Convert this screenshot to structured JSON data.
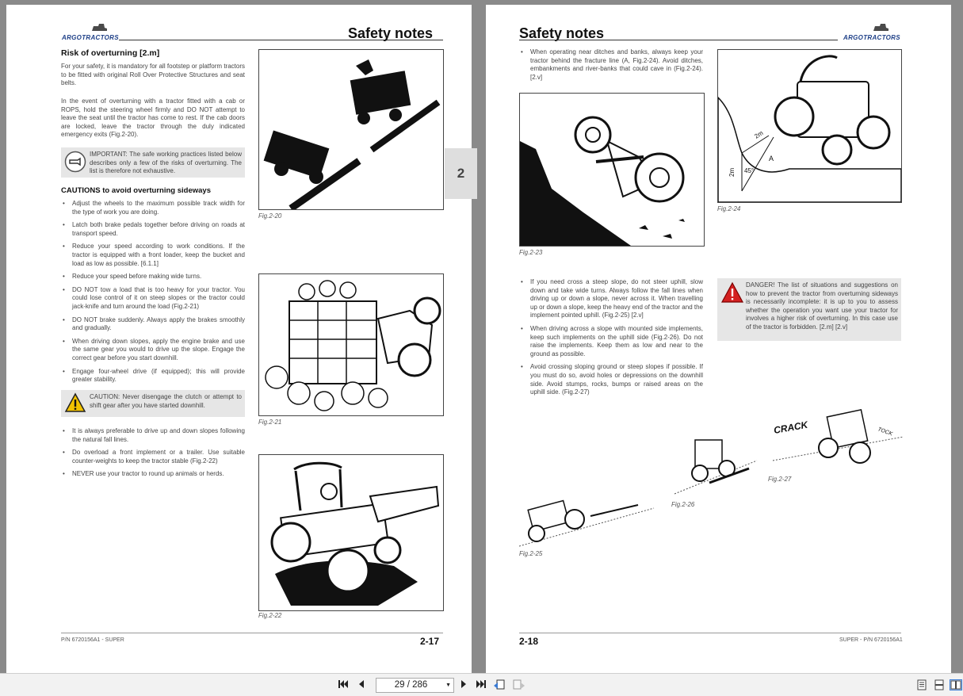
{
  "left_page": {
    "brand": "ARGOTRACTORS",
    "header_title": "Safety notes",
    "section_title": "Risk of overturning [2.m]",
    "intro_paragraphs": [
      "For your safety, it is mandatory for all footstep or platform tractors to be fitted with original Roll Over Protective Structures and seat belts.",
      "In the event of overturning with a tractor fitted with a cab or ROPS, hold the steering wheel firmly and DO NOT attempt to leave the seat until the tractor has come to rest. If the cab doors are locked, leave the tractor through the duly indicated emergency exits (Fig.2-20)."
    ],
    "important_note": "IMPORTANT: The safe working practices listed below describes only a few of the risks of overturning. The list is therefore not exhaustive.",
    "cautions_title": "CAUTIONS to avoid overturning sideways",
    "bullets_1": [
      "Adjust the wheels to the maximum possible track width for the type of work you are doing.",
      "Latch both brake pedals together before driving on roads at transport speed.",
      "Reduce your speed according to work conditions. If the tractor is equipped with a front loader, keep the bucket and load as low as possible. [6.1.1]",
      "Reduce your speed before making wide turns.",
      "DO NOT tow a load that is too heavy for your tractor. You could lose control of it on steep slopes or the tractor could jack-knife and turn around the load (Fig.2-21)",
      "DO NOT brake suddenly. Always apply the brakes smoothly and gradually.",
      "When driving down slopes, apply the engine brake and use the same gear you would to drive up the slope. Engage the correct gear before you start downhill.",
      "Engage four-wheel drive (if equipped); this will provide greater stability."
    ],
    "caution_note": "CAUTION: Never disengage the clutch or attempt to shift gear after you have started downhill.",
    "bullets_2": [
      "It is always preferable to drive up and down slopes following the natural fall lines.",
      "Do overload a front implement or a trailer. Use suitable counter-weights to keep the tractor stable (Fig.2-22)",
      "NEVER use your tractor to round up animals or herds."
    ],
    "figures": [
      "Fig.2-20",
      "Fig.2-21",
      "Fig.2-22"
    ],
    "footer_pn": "P/N 6720156A1 - SUPER",
    "page_number": "2-17"
  },
  "chapter_tab": "2",
  "right_page": {
    "brand": "ARGOTRACTORS",
    "header_title": "Safety notes",
    "bullet_top": "When operating near ditches and banks, always keep your tractor behind the fracture line (A, Fig.2-24). Avoid ditches, embankments and river-banks that could cave in (Fig.2-24). [2.v]",
    "bullets_mid": [
      "If you need cross a steep slope, do not steer uphill, slow down and take wide turns. Always follow the fall lines when driving up or down a slope, never across it. When travelling up or down a slope, keep the heavy end of the tractor and the implement pointed uphill. (Fig.2-25) [2.v]",
      "When driving across a slope with mounted side implements, keep such implements on the uphill side (Fig.2-26). Do not raise the implements. Keep them as low and near to the ground as possible.",
      "Avoid crossing sloping ground or steep slopes if possible. If you must do so, avoid holes or depressions on the downhill side. Avoid stumps, rocks, bumps or raised areas on the uphill side. (Fig.2-27)"
    ],
    "danger_note": "DANGER! The list of situations and suggestions on how to prevent the tractor from overturning sideways is necessarily incomplete: it is up to you to assess whether the operation you want use your tractor for involves a higher risk of overturning. In this case use of the tractor is forbidden. [2.m] [2.v]",
    "fig24_labels": {
      "dist1": "2m",
      "dist2": "2m",
      "angle": "45°",
      "point": "A"
    },
    "fig27_labels": {
      "crack": "CRACK",
      "tock": "TOCK"
    },
    "figures": [
      "Fig.2-23",
      "Fig.2-24",
      "Fig.2-25",
      "Fig.2-26",
      "Fig.2-27"
    ],
    "footer_pn": "SUPER - P/N 6720156A1",
    "page_number": "2-18"
  },
  "toolbar": {
    "page_indicator": "29 / 286"
  }
}
